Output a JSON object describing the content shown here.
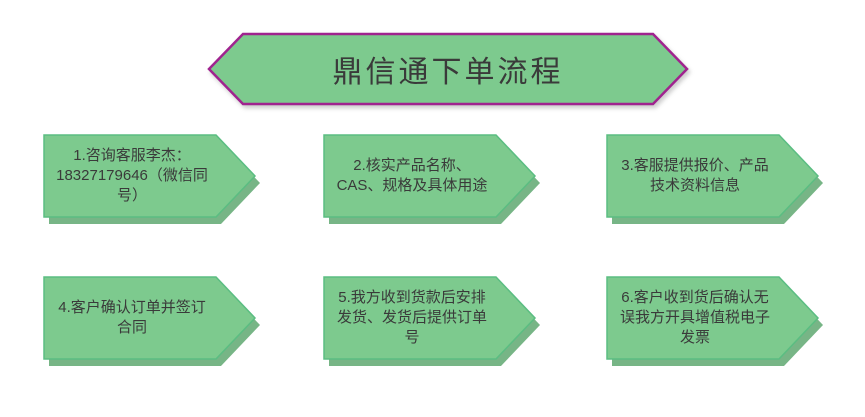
{
  "title": "鼎信通下单流程",
  "steps": [
    {
      "text": "1.咨询客服李杰：18327179646（微信同号）"
    },
    {
      "text": "2.核实产品名称、CAS、规格及具体用途"
    },
    {
      "text": "3.客服提供报价、产品技术资料信息"
    },
    {
      "text": "4.客户确认订单并签订合同"
    },
    {
      "text": "5.我方收到货款后安排发货、发货后提供订单号"
    },
    {
      "text": "6.客户收到货后确认无误我方开具增值税电子发票"
    }
  ],
  "colors": {
    "shape_fill": "#7dca8e",
    "shape_border": "#5bbd82",
    "shape_shadow": "#55a268",
    "banner_border": "#a0238f",
    "text": "#3a3a3a",
    "background": "#ffffff"
  }
}
